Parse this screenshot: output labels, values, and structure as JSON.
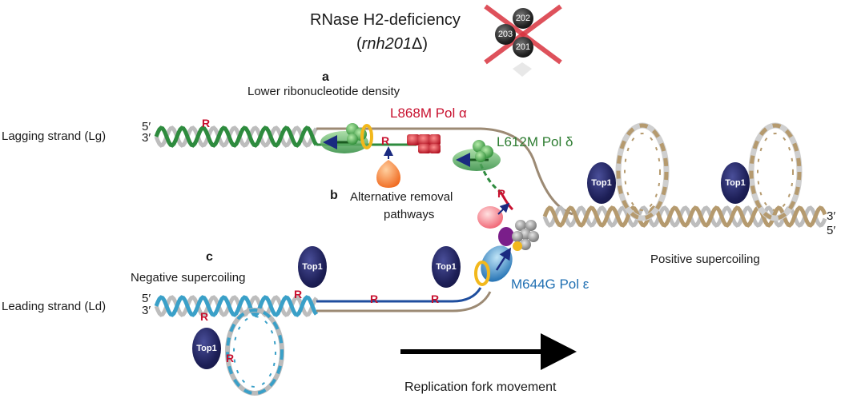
{
  "header": {
    "title": "RNase H2-deficiency",
    "genotype_open": "(",
    "genotype_italic": "rnh201",
    "genotype_delta": "Δ",
    "genotype_close": ")",
    "subunits": [
      "202",
      "203",
      "201"
    ]
  },
  "labels": {
    "a_letter": "a",
    "a_text": "Lower ribonucleotide density",
    "b_letter": "b",
    "b_text_line1": "Alternative removal",
    "b_text_line2": "pathways",
    "c_letter": "c",
    "c_text": "Negative supercoiling",
    "positive": "Positive supercoiling",
    "fork_movement": "Replication fork movement"
  },
  "strands": {
    "lagging": "Lagging strand (Lg)",
    "leading": "Leading strand (Ld)",
    "five_prime": "5′",
    "three_prime": "3′"
  },
  "polymerases": {
    "alpha": "L868M Pol α",
    "delta": "L612M Pol δ",
    "epsilon": "M644G Pol ε"
  },
  "ribonucleotide": "R",
  "topo": "Top1",
  "colors": {
    "lagging_dna": "#2e8b3e",
    "leading_dna": "#3aa0c8",
    "parental_dna": "#b59a6e",
    "pol_alpha": "#c8102e",
    "pol_delta": "#2e7d32",
    "pol_epsilon": "#1f6fb2",
    "top1": "#1d1f57",
    "cross": "#d9333f"
  }
}
